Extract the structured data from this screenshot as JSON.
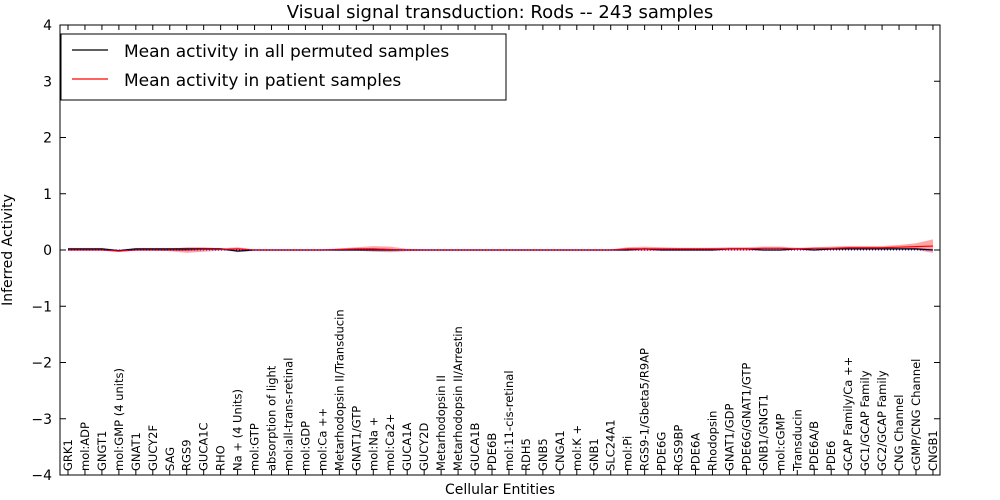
{
  "chart_data": {
    "type": "line",
    "title": "Visual signal transduction: Rods -- 243 samples",
    "xlabel": "Cellular Entities",
    "ylabel": "Inferred Activity",
    "ylim": [
      -4,
      4
    ],
    "yticks": [
      4,
      3,
      2,
      1,
      0,
      -1,
      -2,
      -3,
      -4
    ],
    "ytick_labels": [
      "4",
      "3",
      "2",
      "1",
      "0",
      "−1",
      "−2",
      "−3",
      "−4"
    ],
    "grid": false,
    "legend_position": "top-left",
    "categories": [
      "GRK1",
      "mol:ADP",
      "GNGT1",
      "mol:GMP (4 units)",
      "GNAT1",
      "GUCY2F",
      "SAG",
      "RGS9",
      "GUCA1C",
      "RHO",
      "Na + (4 Units)",
      "mol:GTP",
      "absorption of light",
      "mol:all-trans-retinal",
      "mol:GDP",
      "mol:Ca ++",
      "Metarhodopsin II/Transducin",
      "GNAT1/GTP",
      "mol:Na +",
      "mol:Ca2+",
      "GUCA1A",
      "GUCY2D",
      "Metarhodopsin II",
      "Metarhodopsin II/Arrestin",
      "GUCA1B",
      "PDE6B",
      "mol:11-cis-retinal",
      "RDH5",
      "GNB5",
      "CNGA1",
      "mol:K +",
      "GNB1",
      "SLC24A1",
      "mol:Pi",
      "RGS9-1/Gbeta5/R9AP",
      "PDE6G",
      "RGS9BP",
      "PDE6A",
      "Rhodopsin",
      "GNAT1/GDP",
      "PDE6G/GNAT1/GTP",
      "GNB1/GNGT1",
      "mol:cGMP",
      "Transducin",
      "PDE6A/B",
      "PDE6",
      "GCAP Family/Ca ++",
      "GC1/GCAP Family",
      "GC2/GCAP Family",
      "CNG Channel",
      "cGMP/CNG Channel",
      "CNGB1"
    ],
    "series": [
      {
        "name": "Mean activity in all permuted samples",
        "color": "#000000",
        "values": [
          0.02,
          0.02,
          0.02,
          -0.01,
          0.02,
          0.02,
          0.02,
          0.02,
          0.02,
          0.02,
          -0.02,
          0.0,
          0.0,
          0.0,
          0.0,
          0.0,
          0.0,
          0.0,
          0.0,
          0.0,
          0.0,
          0.0,
          0.0,
          0.0,
          0.0,
          0.0,
          0.0,
          0.0,
          0.0,
          0.0,
          0.0,
          0.0,
          0.0,
          0.0,
          0.02,
          0.0,
          0.0,
          0.0,
          0.0,
          0.02,
          0.02,
          0.0,
          0.0,
          0.02,
          0.0,
          0.02,
          0.02,
          0.02,
          0.02,
          0.02,
          0.02,
          0.0
        ]
      },
      {
        "name": "Mean activity in patient samples",
        "color": "#ff0000",
        "values": [
          0.0,
          0.0,
          0.0,
          -0.02,
          0.0,
          0.0,
          0.0,
          0.0,
          0.01,
          0.01,
          0.02,
          0.0,
          0.0,
          0.0,
          0.0,
          0.0,
          0.01,
          0.02,
          0.02,
          0.01,
          0.0,
          0.0,
          0.0,
          0.0,
          0.0,
          0.0,
          0.0,
          0.0,
          0.0,
          0.0,
          0.0,
          0.0,
          0.0,
          0.02,
          0.02,
          0.02,
          0.02,
          0.02,
          0.02,
          0.02,
          0.02,
          0.03,
          0.03,
          0.02,
          0.03,
          0.03,
          0.04,
          0.04,
          0.04,
          0.05,
          0.06,
          0.07
        ],
        "band_halfwidth": [
          0.01,
          0.01,
          0.01,
          0.01,
          0.01,
          0.01,
          0.02,
          0.05,
          0.04,
          0.02,
          0.03,
          0.01,
          0.01,
          0.01,
          0.01,
          0.01,
          0.02,
          0.03,
          0.05,
          0.05,
          0.02,
          0.01,
          0.01,
          0.01,
          0.01,
          0.01,
          0.01,
          0.01,
          0.01,
          0.01,
          0.01,
          0.01,
          0.01,
          0.03,
          0.04,
          0.03,
          0.02,
          0.02,
          0.02,
          0.03,
          0.03,
          0.03,
          0.03,
          0.02,
          0.02,
          0.03,
          0.03,
          0.03,
          0.03,
          0.04,
          0.06,
          0.12
        ]
      }
    ],
    "baseline": {
      "value": 0,
      "style": "dotted",
      "color": "#0000ff"
    }
  }
}
